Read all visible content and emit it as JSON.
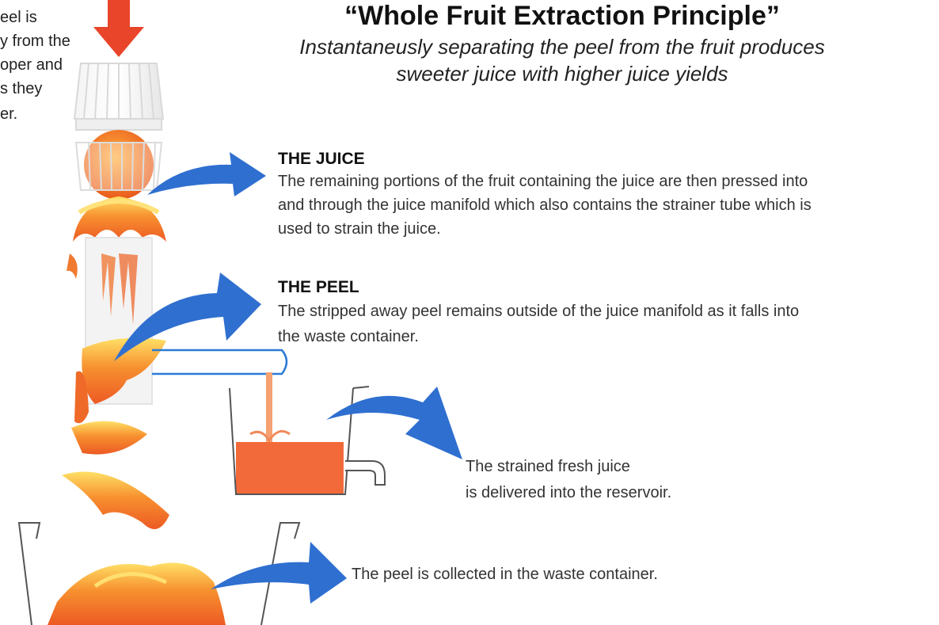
{
  "title": "“Whole Fruit Extraction Principle”",
  "subtitle_lines": [
    "Instantaneusly separating the peel from the fruit produces",
    "sweeter juice with higher juice yields"
  ],
  "left_caption_lines": [
    "eel is",
    "y from the",
    "oper and",
    "s they",
    "er."
  ],
  "juice": {
    "heading": "THE JUICE",
    "lines": [
      "The remaining portions of the fruit containing the juice are then pressed into",
      "and through the juice manifold which also contains the strainer tube which is",
      "used to strain the juice."
    ]
  },
  "peel": {
    "heading": "THE PEEL",
    "lines": [
      "The stripped away peel remains outside of the juice manifold as it falls into",
      "the waste container."
    ]
  },
  "reservoir": {
    "lines": [
      "The strained fresh juice",
      "is delivered into the reservoir."
    ]
  },
  "waste": {
    "text": "The peel is collected in the waste container."
  },
  "colors": {
    "arrow_blue": "#2f6fd0",
    "down_arrow_red": "#e8452a",
    "juice_orange": "#f26a3a",
    "peel_orange": "#f0772e",
    "peel_yellow": "#ffd84a",
    "outline_blue": "#2a7ad6"
  }
}
